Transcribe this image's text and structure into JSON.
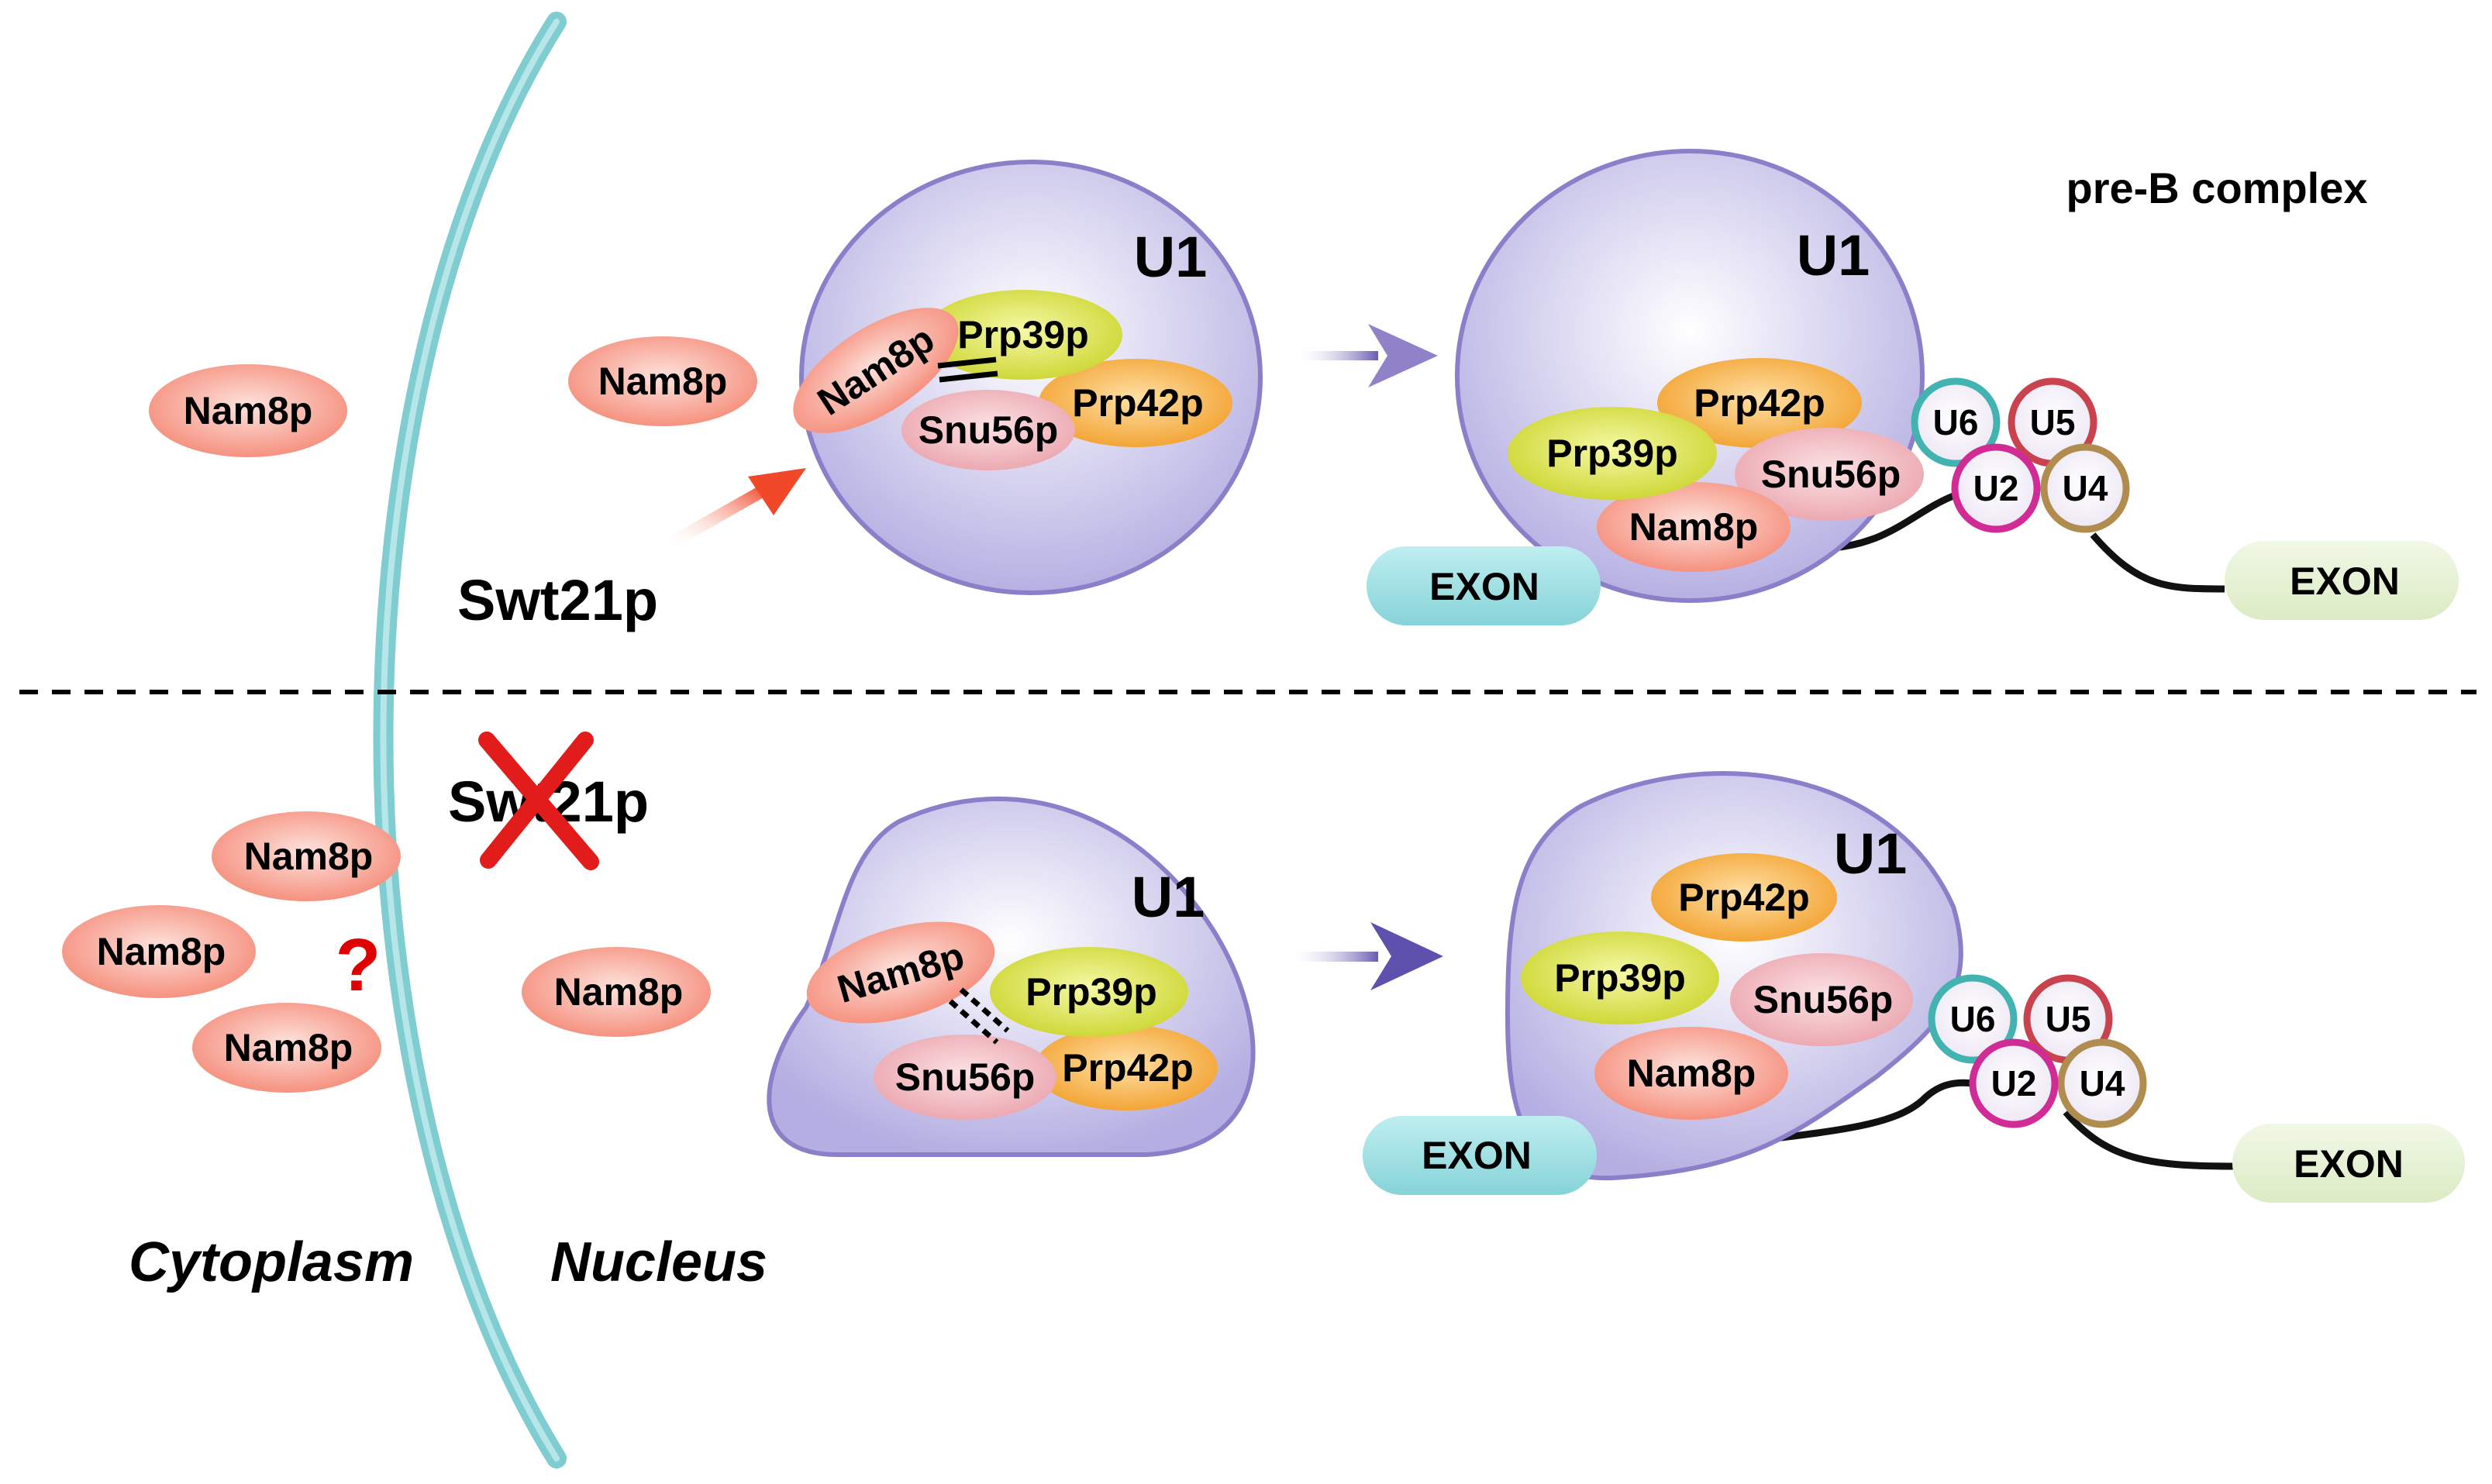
{
  "labels": {
    "nam8p": "Nam8p",
    "prp39p": "Prp39p",
    "prp42p": "Prp42p",
    "snu56p": "Snu56p",
    "u1": "U1",
    "u2": "U2",
    "u4": "U4",
    "u5": "U5",
    "u6": "U6",
    "exon": "EXON",
    "swt21p": "Swt21p",
    "pre_b_complex": "pre-B complex",
    "cytoplasm": "Cytoplasm",
    "nucleus": "Nucleus",
    "question_mark": "?"
  },
  "colors": {
    "nam8p": "#f58f7e",
    "prp39p": "#d4df3c",
    "prp42p": "#f6ad3d",
    "snu56p": "#f0aeb6",
    "u1_body": "#bdb6e6",
    "u1_edge": "#8a7fc8",
    "membrane": "#8fd3d5",
    "exon_left": "#8fd8dc",
    "exon_right": "#e3efcf",
    "u6_ring": "#42b3b0",
    "u5_ring": "#c9434e",
    "u2_ring": "#d12c95",
    "u4_ring": "#b08d4f",
    "arrow_red": "#f2482a",
    "arrow_purple": "#6a5bb0",
    "cross_red": "#e21b1b"
  }
}
